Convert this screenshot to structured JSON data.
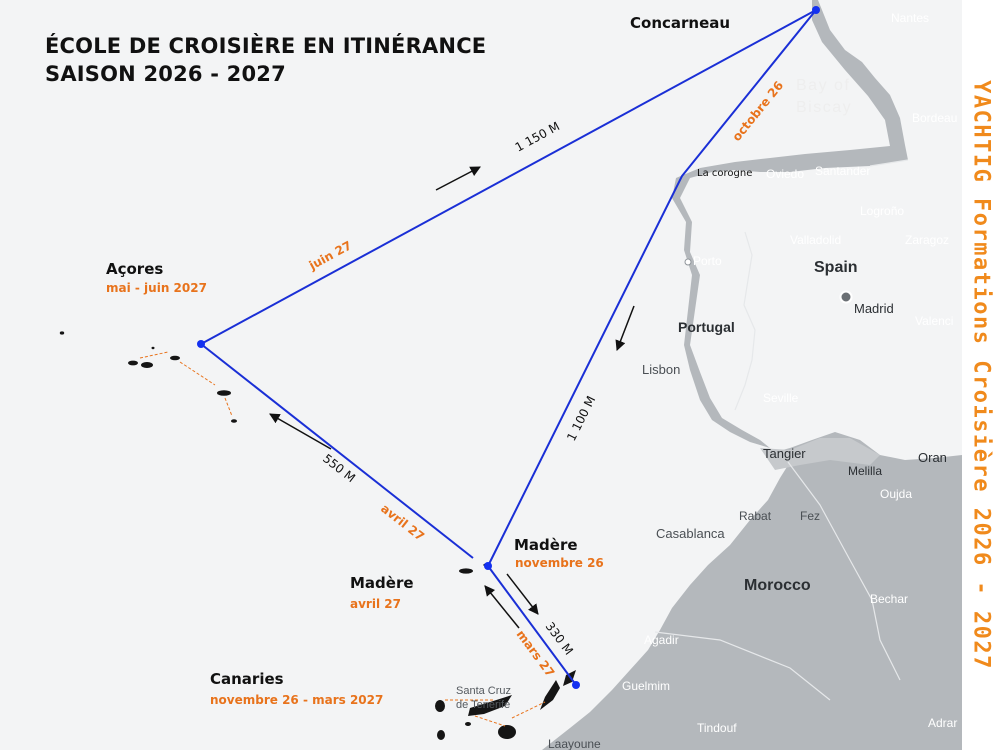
{
  "title": {
    "line1": "ÉCOLE DE CROISIÈRE EN ITINÉRANCE",
    "line2": "SAISON 2026 - 2027"
  },
  "side_banner": "YACHTIG Formations Croisière 2026 - 2027",
  "colors": {
    "route": "#1a2fd6",
    "waypoint": "#1330f0",
    "accent": "#e8731c",
    "land": "#b4b8bc",
    "sea": "#f3f4f5",
    "islands": "#151515"
  },
  "stops": {
    "concarneau": {
      "name": "Concarneau"
    },
    "la_corogne": {
      "name": "La corogne"
    },
    "madere_nov": {
      "name": "Madère",
      "date": "novembre 26"
    },
    "madere_avr": {
      "name": "Madère",
      "date": "avril 27"
    },
    "canaries": {
      "name": "Canaries",
      "date": "novembre 26 - mars 2027"
    },
    "acores": {
      "name": "Açores",
      "date": "mai - juin 2027"
    }
  },
  "legs": {
    "concarneau_madere": {
      "distance": "1 100 M",
      "month": "octobre 26"
    },
    "madere_canaries": {
      "distance": "330 M",
      "month": "mars 27"
    },
    "madere_acores": {
      "distance": "550 M",
      "month": "avril 27"
    },
    "acores_concarneau": {
      "distance": "1 150 M",
      "month": "juin 27"
    }
  },
  "basemap_labels": {
    "nantes": "Nantes",
    "bay": "Bay of",
    "biscay": "Biscay",
    "bordeaux": "Bordeau",
    "oviedo": "Oviedo",
    "santander": "Santander",
    "logrono": "Logroño",
    "valladolid": "Valladolid",
    "zaragoza": "Zaragoz",
    "porto": "Porto",
    "spain": "Spain",
    "madrid": "Madrid",
    "valencia": "Valenci",
    "portugal": "Portugal",
    "lisbon": "Lisbon",
    "seville": "Seville",
    "tangier": "Tangier",
    "melilla": "Melilla",
    "oran": "Oran",
    "oujda": "Oujda",
    "rabat": "Rabat",
    "fez": "Fez",
    "casablanca": "Casablanca",
    "morocco": "Morocco",
    "bechar": "Bechar",
    "agadir": "Agadir",
    "guelmim": "Guelmim",
    "tindouf": "Tindouf",
    "adrar": "Adrar",
    "laayoune": "Laayoune",
    "santa_cruz_1": "Santa Cruz",
    "santa_cruz_2": "de Tenerife"
  }
}
